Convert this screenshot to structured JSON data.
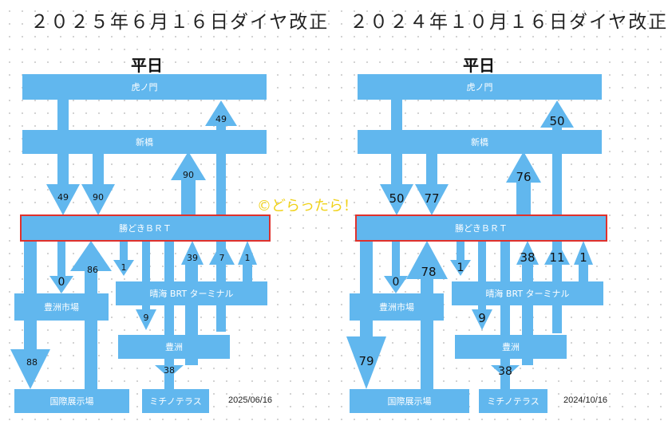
{
  "left": {
    "title": "２０２５年６月１６日ダイヤ改正",
    "subtitle": "平日",
    "date": "2025/06/16",
    "nodes": {
      "toranomon": "虎ノ門",
      "shimbashi": "新橋",
      "kachidoki": "勝どきＢＲＴ",
      "toyosu_market": "豊洲市場",
      "harumi": "晴海 BRT ターミナル",
      "toyosu": "豊洲",
      "kokusai": "国際展示場",
      "michinoterrace": "ミチノテラス"
    },
    "counts": {
      "toranomon_to_kachidoki": "49",
      "shimbashi_to_kachidoki": "90",
      "kachidoki_to_shimbashi": "90",
      "kachidoki_to_toranomon": "49",
      "kachidoki_to_toyosu_market": "0",
      "kokusai_to_kachidoki": "86",
      "kachidoki_to_harumi": "1",
      "harumi_to_kachidoki": "39",
      "toyosu_to_kachidoki": "7",
      "harumi_up_right": "1",
      "toyosu_market_to_kokusai": "88",
      "kachidoki_to_harumi_lower": "9",
      "toyosu_to_michinoterrace": "38"
    }
  },
  "right": {
    "title": "２０２４年１０月１６日ダイヤ改正",
    "subtitle": "平日",
    "date": "2024/10/16",
    "nodes": {
      "toranomon": "虎ノ門",
      "shimbashi": "新橋",
      "kachidoki": "勝どきＢＲＴ",
      "toyosu_market": "豊洲市場",
      "harumi": "晴海 BRT ターミナル",
      "toyosu": "豊洲",
      "kokusai": "国際展示場",
      "michinoterrace": "ミチノテラス"
    },
    "counts": {
      "toranomon_to_kachidoki": "50",
      "shimbashi_to_kachidoki": "77",
      "kachidoki_to_shimbashi": "76",
      "kachidoki_to_toranomon": "50",
      "kachidoki_to_toyosu_market": "0",
      "kokusai_to_kachidoki": "78",
      "kachidoki_to_harumi": "1",
      "harumi_to_kachidoki": "38",
      "toyosu_to_kachidoki": "11",
      "harumi_up_right": "1",
      "toyosu_market_to_kokusai": "79",
      "kachidoki_to_harumi_lower": "9",
      "toyosu_to_michinoterrace": "38"
    }
  },
  "watermark": "©どらったら！",
  "colors": {
    "flow": "#61b7ee",
    "highlight_border": "#e0312c",
    "watermark": "#f0d21a"
  }
}
